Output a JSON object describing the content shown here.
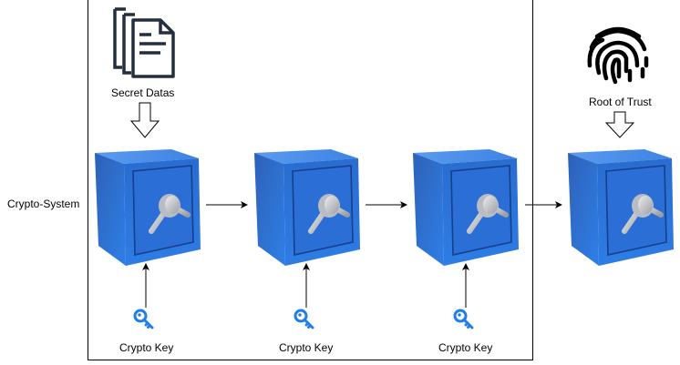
{
  "diagram": {
    "system_label": "Crypto-System",
    "input_label": "Secret Datas",
    "root_label": "Root of Trust",
    "safes": [
      {
        "name": "safe-1",
        "key_label": "Crypto Key"
      },
      {
        "name": "safe-2",
        "key_label": "Crypto Key"
      },
      {
        "name": "safe-3",
        "key_label": "Crypto Key"
      },
      {
        "name": "safe-root"
      }
    ],
    "colors": {
      "safe_blue": "#2f6fd0",
      "safe_dark": "#1c4fa3",
      "key_blue": "#1f7ee8",
      "handle_silver": "#c9cbd0"
    }
  }
}
